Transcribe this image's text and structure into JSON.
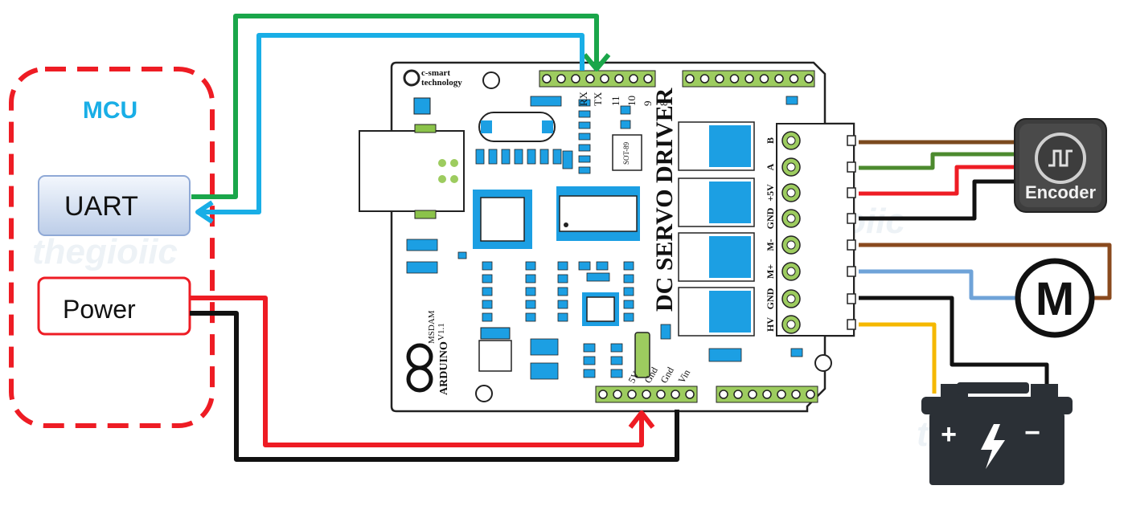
{
  "mcu": {
    "title": "MCU",
    "uart_label": "UART",
    "power_label": "Power"
  },
  "board": {
    "brand_line1": "c-smart",
    "brand_line2": "technology",
    "title_line1": "DC SERVO DRIVER",
    "model": "MSDAM",
    "version": "V1.1",
    "arduino": "ARDUINO",
    "top_pin_labels": [
      "RX",
      "TX",
      "11",
      "10",
      "9",
      "8"
    ],
    "bottom_pin_labels": [
      "5V",
      "Gnd",
      "Gnd",
      "Vin"
    ],
    "terminal_labels": [
      "B",
      "A",
      "+5V",
      "GND",
      "M-",
      "M+",
      "GND",
      "HV"
    ],
    "sot_label": "SOT-89"
  },
  "encoder": {
    "label": "Encoder"
  },
  "motor": {
    "label": "M"
  },
  "battery": {
    "plus": "+",
    "minus": "−"
  },
  "watermark": "thegioiic",
  "colors": {
    "uart_tx_wire": "#1aa64a",
    "uart_rx_wire": "#19aee6",
    "power_wire": "#ee1c24",
    "ground_wire": "#111111",
    "encoder_b_wire": "#7b4a1e",
    "encoder_a_wire": "#4c8a2e",
    "motor_m_minus_wire": "#8a4a1e",
    "motor_m_plus_wire": "#6fa3d8",
    "hv_wire": "#f5b800",
    "mcu_border": "#ee1c24",
    "mcu_title": "#19aee6",
    "component_blue": "#1c9fe3",
    "header_green": "#9dcc5f"
  }
}
